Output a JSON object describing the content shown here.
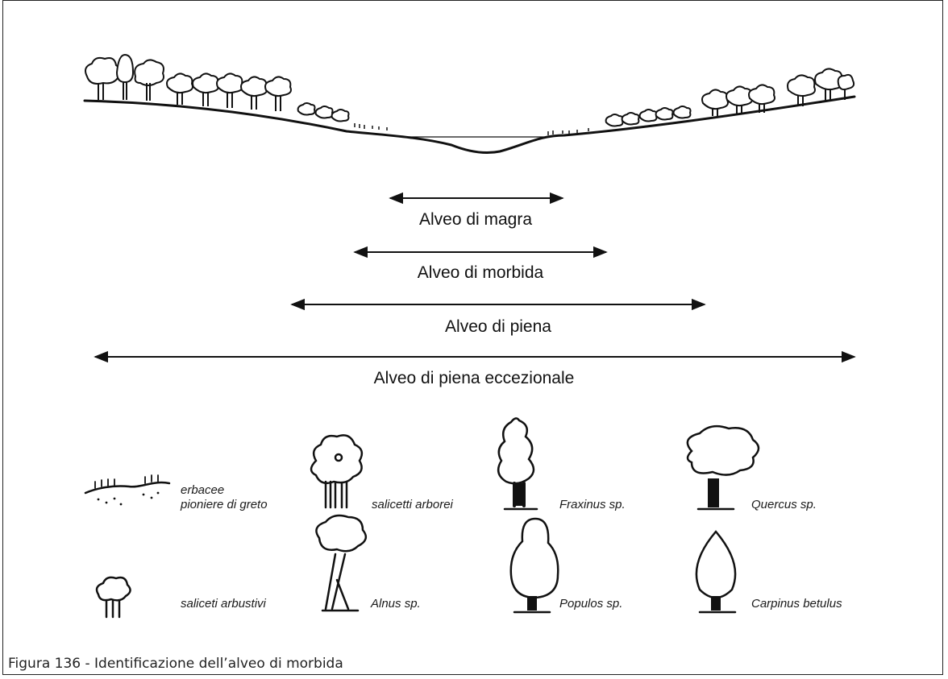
{
  "figure": {
    "caption": "Figura 136 - Identificazione dell’alveo di morbida"
  },
  "bands": [
    {
      "label": "Alveo di magra"
    },
    {
      "label": "Alveo di morbida"
    },
    {
      "label": "Alveo di piena"
    },
    {
      "label": "Alveo di piena eccezionale"
    }
  ],
  "legend": [
    {
      "label_line1": "erbacee",
      "label_line2": "pioniere di greto",
      "icon": "herbaceous-icon"
    },
    {
      "label": "salicetti arborei",
      "icon": "willow-tree-icon"
    },
    {
      "label": "Fraxinus sp.",
      "icon": "ash-tree-icon"
    },
    {
      "label": "Quercus sp.",
      "icon": "oak-tree-icon"
    },
    {
      "label": "saliceti arbustivi",
      "icon": "willow-shrub-icon"
    },
    {
      "label": "Alnus sp.",
      "icon": "alder-tree-icon"
    },
    {
      "label": "Populos sp.",
      "icon": "poplar-tree-icon"
    },
    {
      "label": "Carpinus betulus",
      "icon": "hornbeam-tree-icon"
    }
  ],
  "colors": {
    "ink": "#111111",
    "background": "#ffffff"
  }
}
